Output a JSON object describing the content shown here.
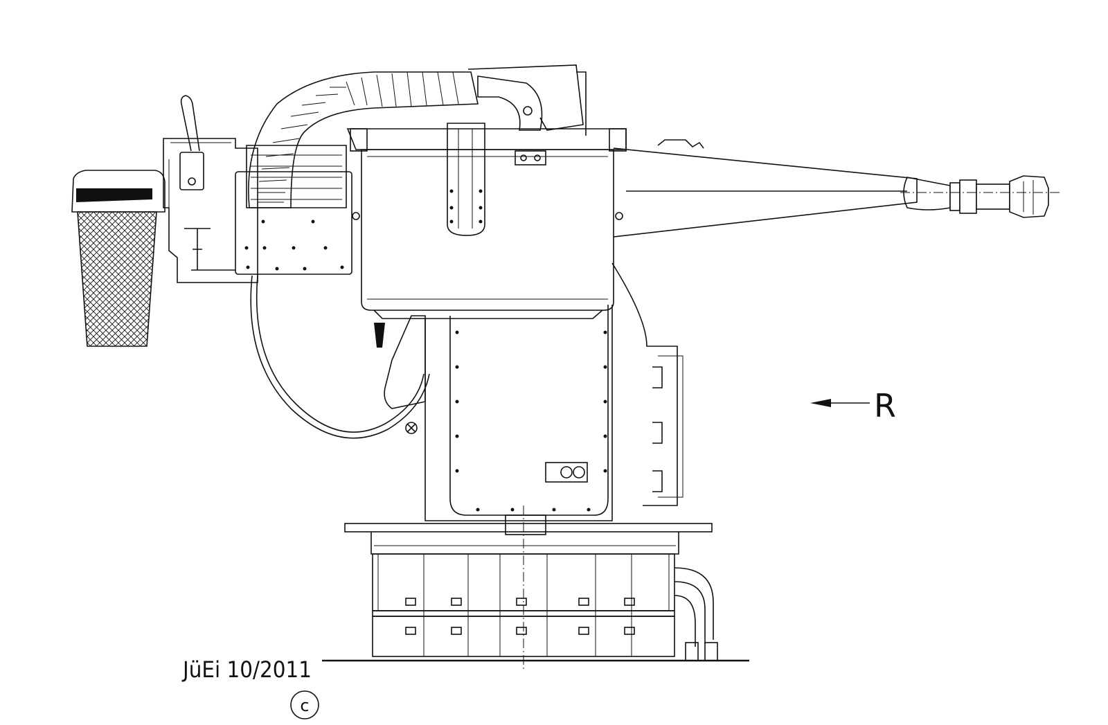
{
  "drawing": {
    "view_label": "R",
    "signature": "JüEi 10/2011",
    "copyright_mark": "c"
  },
  "colors": {
    "line": "#111111",
    "background": "#ffffff"
  },
  "icons": [
    "arrow-left-icon",
    "copyright-icon",
    "crosshair-icon"
  ]
}
